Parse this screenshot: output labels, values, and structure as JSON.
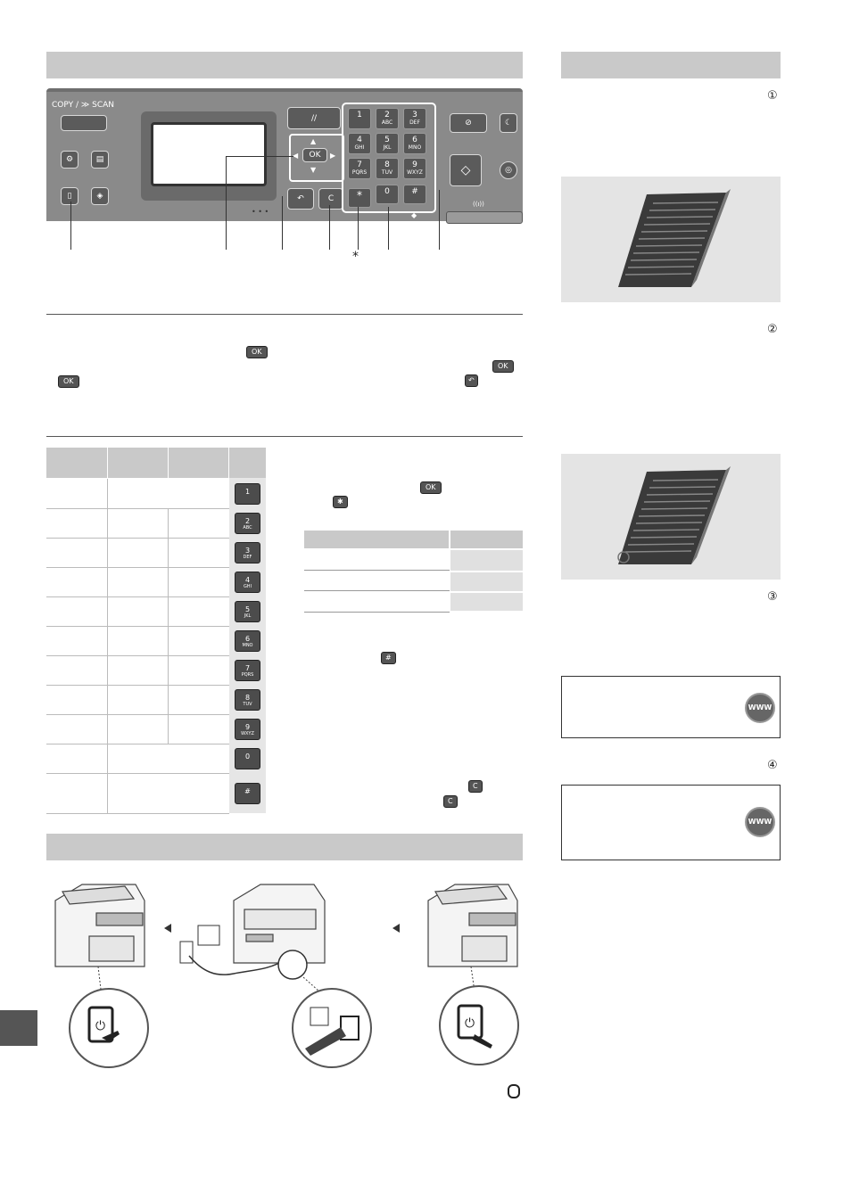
{
  "panel": {
    "copy_scan_label": "COPY / ≫ SCAN",
    "ok_label": "OK",
    "clear_label": "C",
    "asterisk_label": "*",
    "hash_label": "#",
    "wifi_label": "((ı))",
    "keys": [
      {
        "digit": "1",
        "letters": ""
      },
      {
        "digit": "2",
        "letters": "ABC"
      },
      {
        "digit": "3",
        "letters": "DEF"
      },
      {
        "digit": "4",
        "letters": "GHI"
      },
      {
        "digit": "5",
        "letters": "JKL"
      },
      {
        "digit": "6",
        "letters": "MNO"
      },
      {
        "digit": "7",
        "letters": "PQRS"
      },
      {
        "digit": "8",
        "letters": "TUV"
      },
      {
        "digit": "9",
        "letters": "WXYZ"
      }
    ],
    "zero_label": "0",
    "star_callout": "*"
  },
  "body": {
    "ok_inline": "OK"
  },
  "keytable": {
    "keys": [
      {
        "digit": "1",
        "letters": ""
      },
      {
        "digit": "2",
        "letters": "ABC"
      },
      {
        "digit": "3",
        "letters": "DEF"
      },
      {
        "digit": "4",
        "letters": "GHI"
      },
      {
        "digit": "5",
        "letters": "JKL"
      },
      {
        "digit": "6",
        "letters": "MNO"
      },
      {
        "digit": "7",
        "letters": "PQRS"
      },
      {
        "digit": "8",
        "letters": "TUV"
      },
      {
        "digit": "9",
        "letters": "WXYZ"
      },
      {
        "digit": "0",
        "letters": ""
      },
      {
        "digit": "#",
        "letters": ""
      }
    ]
  },
  "sidebar": {
    "num1": "①",
    "num2": "②",
    "num3": "③",
    "num4": "④",
    "www": "WWW"
  }
}
